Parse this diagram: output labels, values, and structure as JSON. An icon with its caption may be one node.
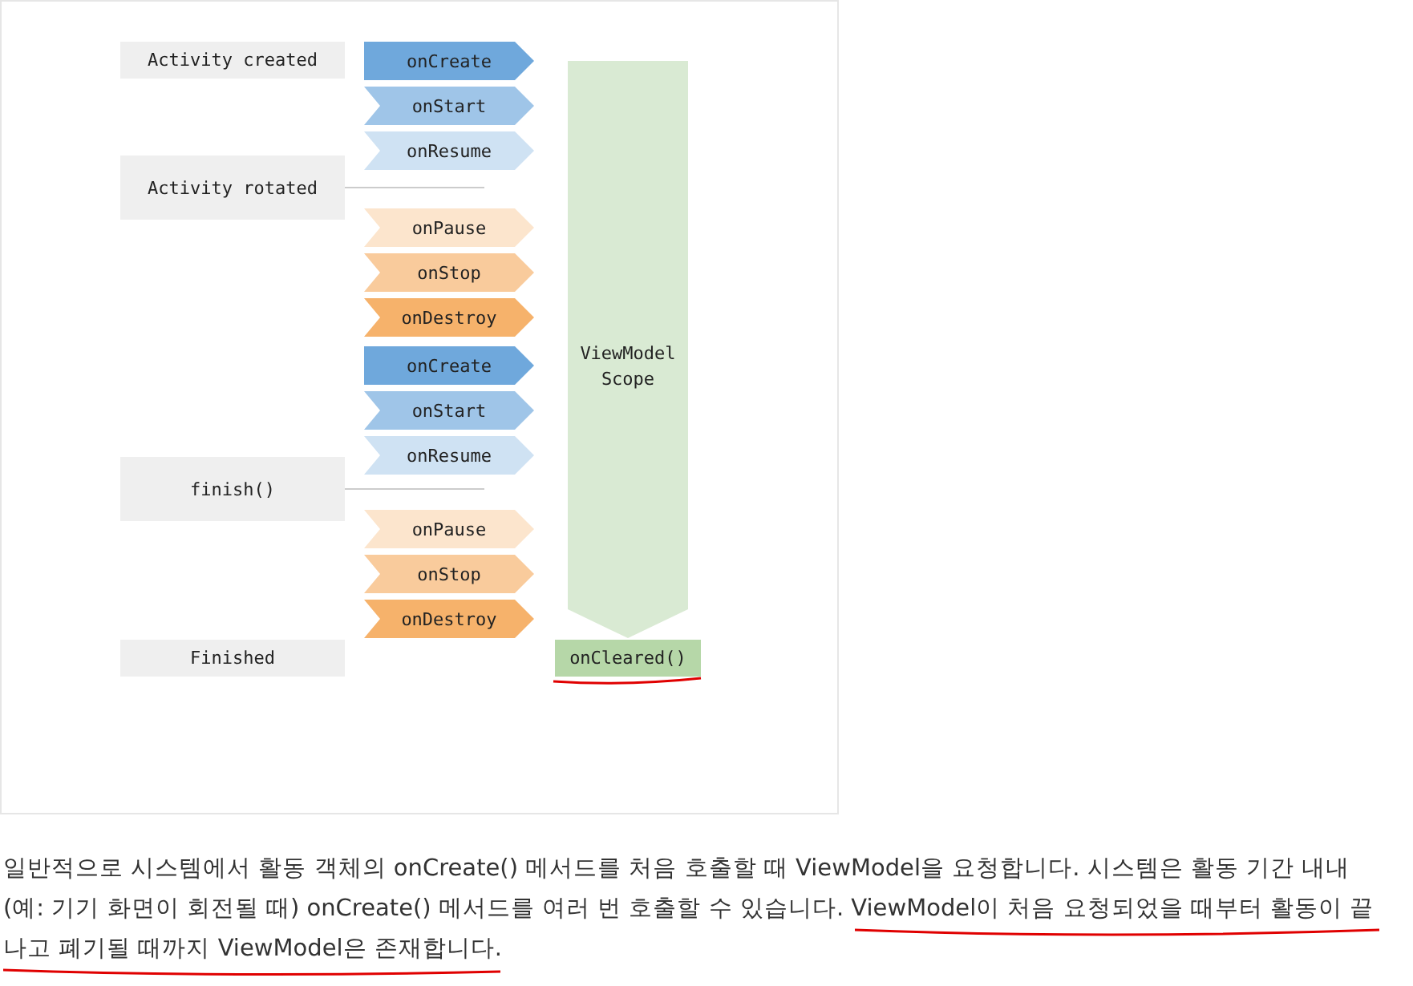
{
  "diagram": {
    "caption": "일반적으로 시스템에서 활동 객체의 onCreate() 메서드를 처음 호출할 때 ViewModel을 요청합니다. 시스템은 활동 기간 내내(예: 기기 화면이 회전될 때) onCreate() 메서드를 여러 번 호출할 수 있습니다. ViewModel이 처음 요청되었을 때부터 활동이 끝나고 폐기될 때까지 ViewModel은 존재합니다.",
    "nodes": [
      {
        "text": [
          "Activity created"
        ]
      },
      {
        "text": [
          "Activity rotated"
        ]
      },
      {
        "text": [
          "finish()"
        ]
      },
      {
        "text": [
          "Finished"
        ]
      },
      {
        "text": [
          "onCreate"
        ]
      },
      {
        "text": [
          "onStart"
        ]
      },
      {
        "text": [
          "onResume"
        ]
      },
      {
        "text": [
          "onPause"
        ]
      },
      {
        "text": [
          "onStop"
        ]
      },
      {
        "text": [
          "onDestroy"
        ]
      },
      {
        "text": [
          "onCreate"
        ]
      },
      {
        "text": [
          "onStart"
        ]
      },
      {
        "text": [
          "onResume"
        ]
      },
      {
        "text": [
          "onPause"
        ]
      },
      {
        "text": [
          "onStop"
        ]
      },
      {
        "text": [
          "onDestroy"
        ]
      },
      {
        "text": [
          "ViewModel Scope"
        ]
      },
      {
        "text": [
          "onCleared()"
        ]
      }
    ]
  }
}
